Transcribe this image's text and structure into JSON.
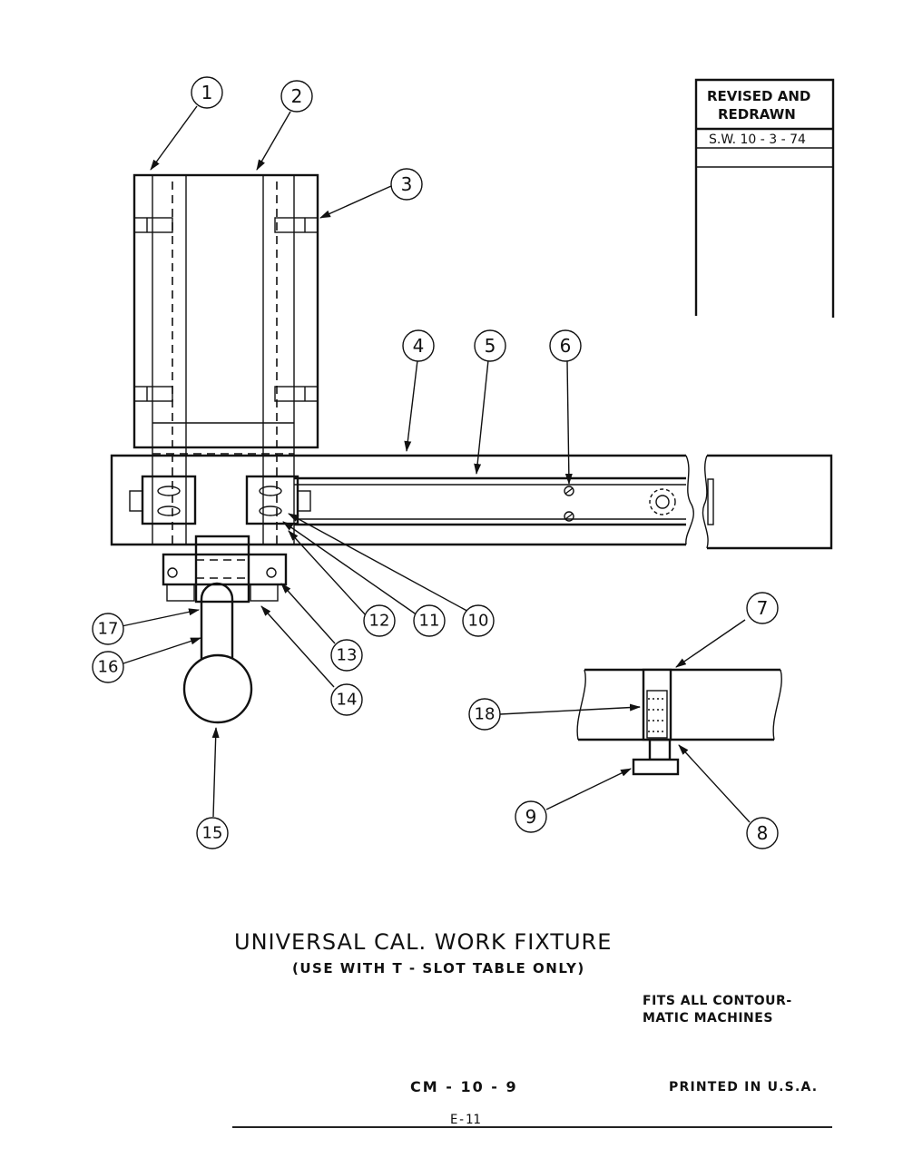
{
  "revision": {
    "line1": "REVISED AND",
    "line2": "REDRAWN",
    "stamp": "S.W. 10 - 3 - 74"
  },
  "callouts": [
    "1",
    "2",
    "3",
    "4",
    "5",
    "6",
    "7",
    "8",
    "9",
    "10",
    "11",
    "12",
    "13",
    "14",
    "15",
    "16",
    "17",
    "18"
  ],
  "title": "UNIVERSAL CAL. WORK FIXTURE",
  "subtitle": "(USE WITH T - SLOT TABLE ONLY)",
  "fits_line1": "FITS ALL CONTOUR-",
  "fits_line2": "MATIC MACHINES",
  "drawing_code": "CM - 10 - 9",
  "printed": "PRINTED IN U.S.A.",
  "page_number": "E-11"
}
